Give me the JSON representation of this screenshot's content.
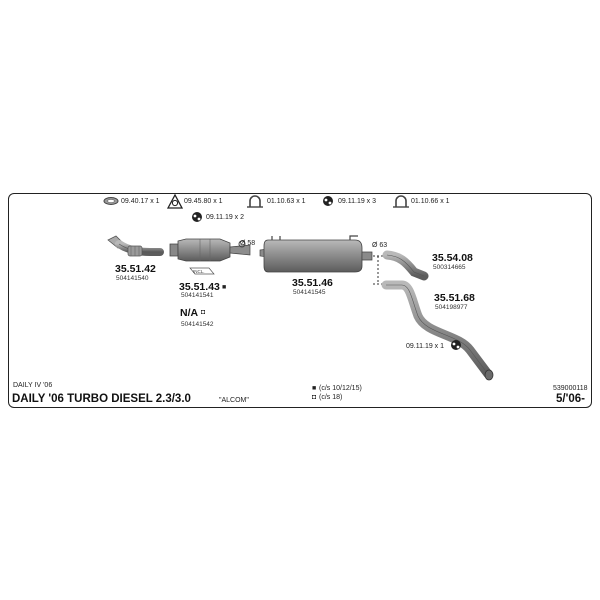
{
  "accessories": [
    {
      "code": "09.40.17 x 1",
      "icon": "gasket-ring-icon"
    },
    {
      "code": "09.45.80 x 1",
      "icon": "triangular-flange-gasket-icon"
    },
    {
      "code": "01.10.63 x 1",
      "icon": "u-clamp-icon"
    },
    {
      "code": "09.11.19 x 3",
      "icon": "rubber-hanger-icon"
    },
    {
      "code": "01.10.66 x 1",
      "icon": "u-clamp-icon"
    },
    {
      "code": "09.11.19 x 2",
      "icon": "rubber-hanger-icon"
    }
  ],
  "parts": [
    {
      "number": "35.51.42",
      "oem": "504141540"
    },
    {
      "number": "35.51.43",
      "oem": "504141541",
      "marker": "■"
    },
    {
      "number": "N/A",
      "oem": "504141542",
      "marker": "◘"
    },
    {
      "number": "35.51.46",
      "oem": "504141545"
    },
    {
      "number": "35.54.08",
      "oem": "500314665"
    },
    {
      "number": "35.51.68",
      "oem": "504198977"
    }
  ],
  "annotations": {
    "dia_58": "Ø 58",
    "dia_63": "Ø 63",
    "incl": "INCL.",
    "tail_hanger": "09.11.19 x 1"
  },
  "footer": {
    "model": "DAILY IV '06",
    "title": "DAILY '06 TURBO DIESEL 2.3/3.0",
    "variant": "\"ALCOM\"",
    "legend": [
      {
        "symbol": "■",
        "text": "(c/s 10/12/15)"
      },
      {
        "symbol": "◘",
        "text": "(c/s 18)"
      }
    ],
    "code": "539000118",
    "date": "5/'06-"
  },
  "colors": {
    "pipe": "#8f8f8f",
    "pipe_dark": "#5e5e5e",
    "frame": "#222222"
  }
}
